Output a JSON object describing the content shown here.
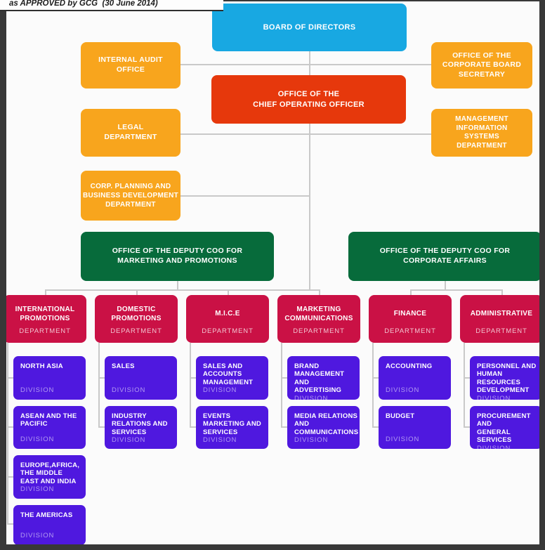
{
  "annotation": "as APPROVED by GCG  (30 June 2014)",
  "colors": {
    "board_blue": "#18A8E2",
    "staff_amber": "#F8A51D",
    "coo_red": "#E6380C",
    "deputy_green": "#076B3B",
    "department_crimson": "#CA1145",
    "division_purple": "#4F18DF",
    "connector_gray": "#C9C9C9",
    "frame_dark": "#383838"
  },
  "top_boxes": {
    "board": "BOARD OF DIRECTORS",
    "internal_audit": "INTERNAL AUDIT\nOFFICE",
    "corporate_board_secretary": "OFFICE OF THE\nCORPORATE BOARD\nSECRETARY",
    "coo": "OFFICE OF THE\nCHIEF OPERATING OFFICER",
    "legal": "LEGAL\nDEPARTMENT",
    "mis": "MANAGEMENT\nINFORMATION\nSYSTEMS\nDEPARTMENT",
    "corp_planning": "CORP. PLANNING AND\nBUSINESS DEVELOPMENT\nDEPARTMENT",
    "deputy_marketing": "OFFICE OF THE DEPUTY COO FOR\nMARKETING AND PROMOTIONS",
    "deputy_corporate": "OFFICE OF THE DEPUTY COO FOR\nCORPORATE AFFAIRS"
  },
  "departments": [
    {
      "title": "INTERNATIONAL\nPROMOTIONS",
      "sub": "DEPARTMENT",
      "divisions": [
        {
          "title": "NORTH ASIA",
          "sub": "DIVISION"
        },
        {
          "title": "ASEAN AND THE\nPACIFIC",
          "sub": "DIVISION"
        },
        {
          "title": "EUROPE,AFRICA,\nTHE MIDDLE\nEAST AND INDIA",
          "sub": "DIVISION"
        },
        {
          "title": "THE AMERICAS",
          "sub": "DIVISION"
        }
      ]
    },
    {
      "title": "DOMESTIC\nPROMOTIONS",
      "sub": "DEPARTMENT",
      "divisions": [
        {
          "title": "SALES",
          "sub": "DIVISION"
        },
        {
          "title": "INDUSTRY\nRELATIONS AND\nSERVICES",
          "sub": "DIVISION"
        }
      ]
    },
    {
      "title": "M.I.C.E",
      "sub": "DEPARTMENT",
      "divisions": [
        {
          "title": "SALES AND\nACCOUNTS\nMANAGEMENT",
          "sub": "DIVISION"
        },
        {
          "title": "EVENTS\nMARKETING AND\nSERVICES",
          "sub": "DIVISION"
        }
      ]
    },
    {
      "title": "MARKETING\nCOMMUNICATIONS",
      "sub": "DEPARTMENT",
      "divisions": [
        {
          "title": "BRAND\nMANAGEMENT AND\nADVERTISING",
          "sub": "DIVISION"
        },
        {
          "title": "MEDIA RELATIONS\nAND\nCOMMUNICATIONS",
          "sub": "DIVISION"
        }
      ]
    },
    {
      "title": "FINANCE",
      "sub": "DEPARTMENT",
      "divisions": [
        {
          "title": "ACCOUNTING",
          "sub": "DIVISION"
        },
        {
          "title": "BUDGET",
          "sub": "DIVISION"
        }
      ]
    },
    {
      "title": "ADMINISTRATIVE",
      "sub": "DEPARTMENT",
      "divisions": [
        {
          "title": "PERSONNEL AND\nHUMAN RESOURCES\nDEVELOPMENT",
          "sub": "DIVISION"
        },
        {
          "title": "PROCUREMENT AND\nGENERAL SERVICES",
          "sub": "DIVISION"
        }
      ]
    }
  ]
}
